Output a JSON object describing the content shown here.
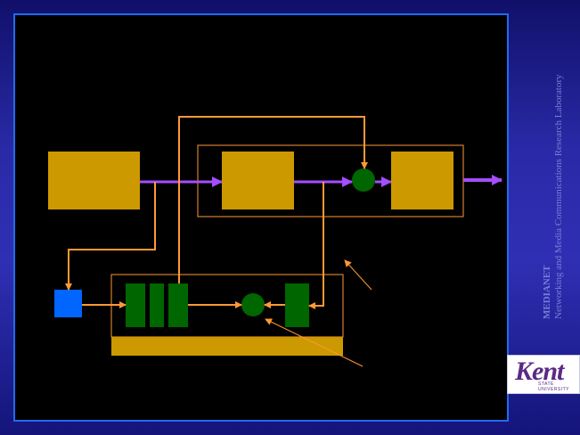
{
  "sidebar": {
    "title": "MEDIANET",
    "subtitle": "Networking and Media Communications Research Laboratory"
  },
  "logo": {
    "word": "Kent",
    "sub": "STATE UNIVERSITY",
    "color": "#5a2a86"
  },
  "colors": {
    "background": "#000000",
    "frame_border": "#1e6cf0",
    "block": "#cc9900",
    "orange_arrow": "#ff9933",
    "purple_arrow": "#a64dff",
    "green": "#006600",
    "blue_square": "#0066ff"
  }
}
